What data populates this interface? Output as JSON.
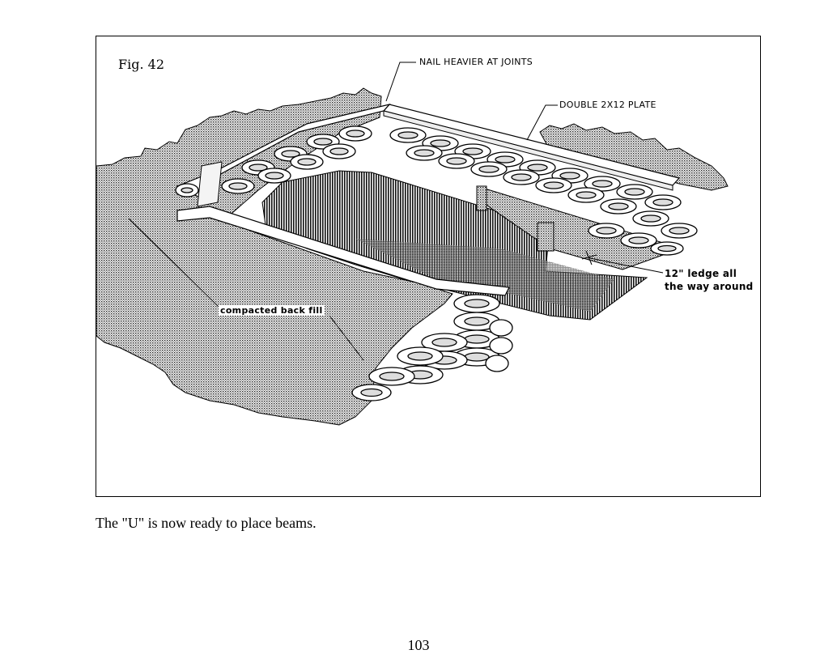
{
  "figure": {
    "label": "Fig. 42",
    "callouts": {
      "nail": "NAIL HEAVIER AT JOINTS",
      "plate": "DOUBLE 2X12 PLATE",
      "ledge_line1": "12\" ledge all",
      "ledge_line2": "the way around",
      "backfill": "compacted back fill"
    }
  },
  "caption": "The \"U\" is now ready to place beams.",
  "page_number": "103"
}
